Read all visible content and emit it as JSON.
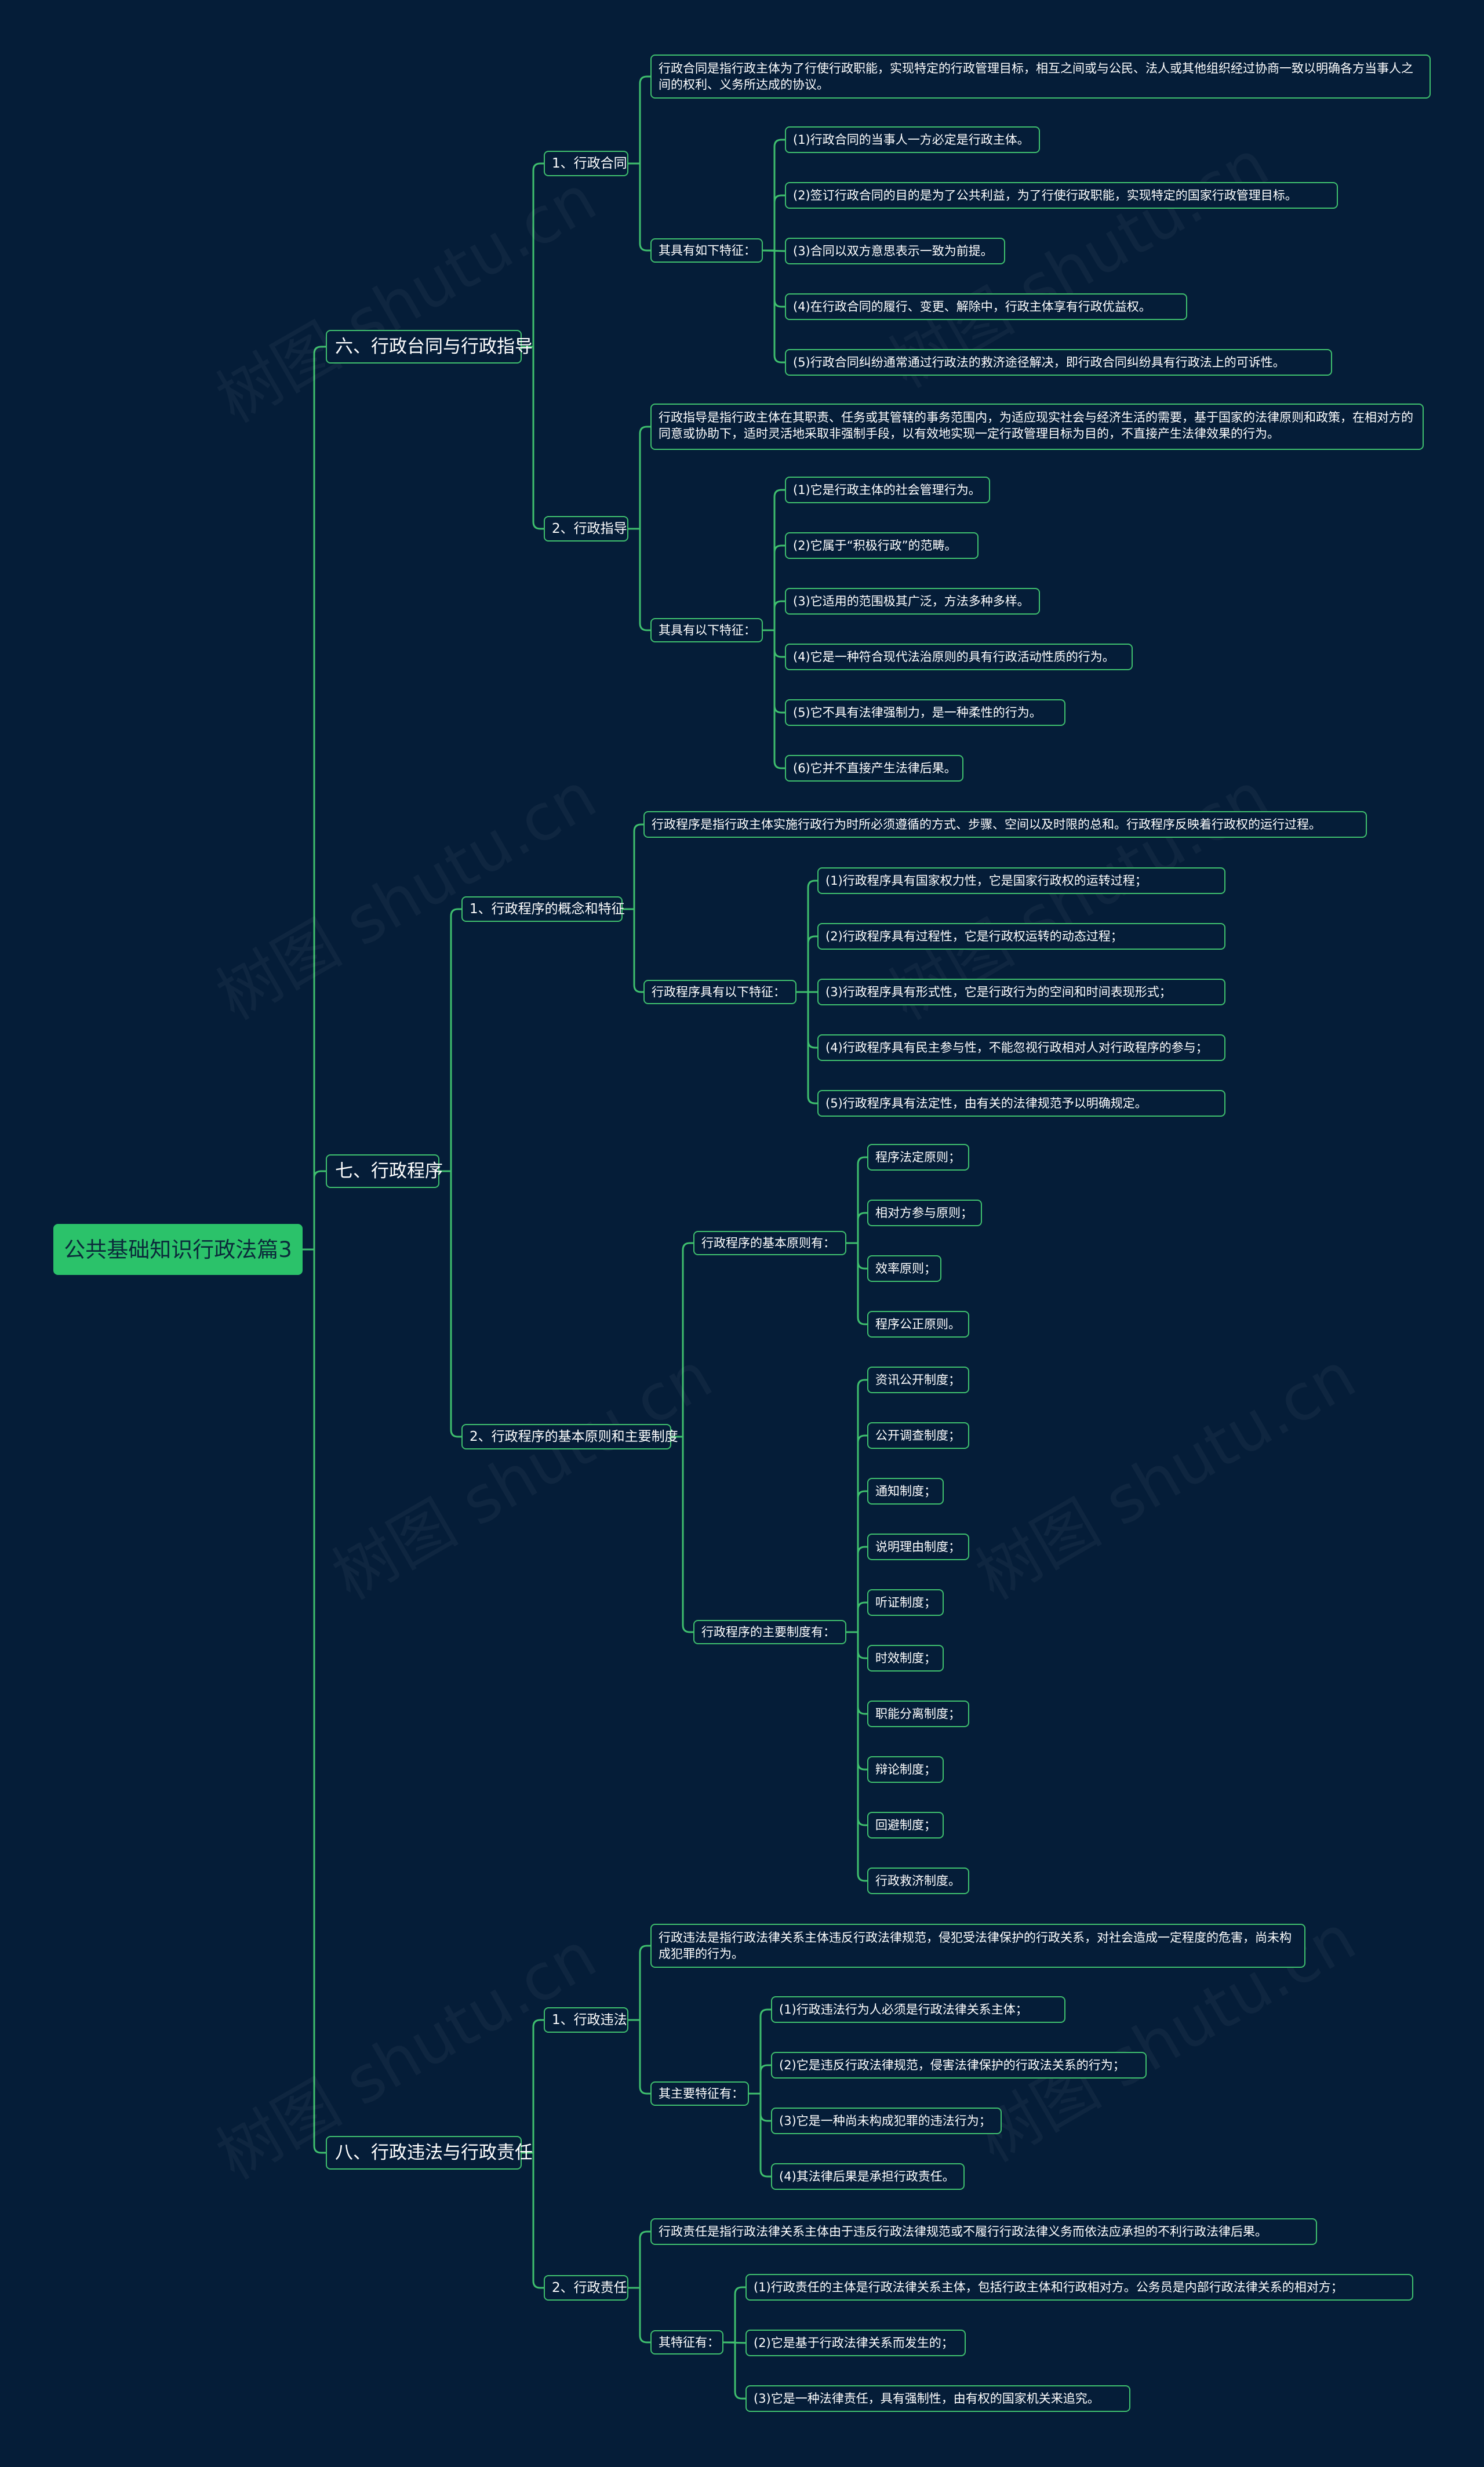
{
  "root": "公共基础知识行政法篇3",
  "watermark": "树图 shutu.cn",
  "s6": {
    "title": "六、行政台同与行政指导",
    "c1": {
      "title": "1、行政合同",
      "def": "行政合同是指行政主体为了行使行政职能，实现特定的行政管理目标，相互之间或与公民、法人或其他组织经过协商一致以明确各方当事人之间的权利、义务所达成的协议。",
      "feat": "其具有如下特征：",
      "items": [
        "(1)行政合同的当事人一方必定是行政主体。",
        "(2)签订行政合同的目的是为了公共利益，为了行使行政职能，实现特定的国家行政管理目标。",
        "(3)合同以双方意思表示一致为前提。",
        "(4)在行政合同的履行、变更、解除中，行政主体享有行政优益权。",
        "(5)行政合同纠纷通常通过行政法的救济途径解决，即行政合同纠纷具有行政法上的可诉性。"
      ]
    },
    "c2": {
      "title": "2、行政指导",
      "def": "行政指导是指行政主体在其职责、任务或其管辖的事务范围内，为适应现实社会与经济生活的需要，基于国家的法律原则和政策，在相对方的同意或协助下，适时灵活地采取非强制手段，以有效地实现一定行政管理目标为目的，不直接产生法律效果的行为。",
      "feat": "其具有以下特征：",
      "items": [
        "(1)它是行政主体的社会管理行为。",
        "(2)它属于“积极行政”的范畴。",
        "(3)它适用的范围极其广泛，方法多种多样。",
        "(4)它是一种符合现代法治原则的具有行政活动性质的行为。",
        "(5)它不具有法律强制力，是一种柔性的行为。",
        "(6)它并不直接产生法律后果。"
      ]
    }
  },
  "s7": {
    "title": "七、行政程序",
    "c1": {
      "title": "1、行政程序的概念和特征",
      "def": "行政程序是指行政主体实施行政行为时所必须遵循的方式、步骤、空间以及时限的总和。行政程序反映着行政权的运行过程。",
      "feat": "行政程序具有以下特征：",
      "items": [
        "(1)行政程序具有国家权力性，它是国家行政权的运转过程；",
        "(2)行政程序具有过程性，它是行政权运转的动态过程；",
        "(3)行政程序具有形式性，它是行政行为的空间和时间表现形式；",
        "(4)行政程序具有民主参与性，不能忽视行政相对人对行政程序的参与；",
        "(5)行政程序具有法定性，由有关的法律规范予以明确规定。"
      ]
    },
    "c2": {
      "title": "2、行政程序的基本原则和主要制度",
      "g1": {
        "label": "行政程序的基本原则有：",
        "items": [
          "程序法定原则；",
          "相对方参与原则；",
          "效率原则；",
          "程序公正原则。"
        ]
      },
      "g2": {
        "label": "行政程序的主要制度有：",
        "items": [
          "资讯公开制度；",
          "公开调查制度；",
          "通知制度；",
          "说明理由制度；",
          "听证制度；",
          "时效制度；",
          "职能分离制度；",
          "辩论制度；",
          "回避制度；",
          "行政救济制度。"
        ]
      }
    }
  },
  "s8": {
    "title": "八、行政违法与行政责任",
    "c1": {
      "title": "1、行政违法",
      "def": "行政违法是指行政法律关系主体违反行政法律规范，侵犯受法律保护的行政关系，对社会造成一定程度的危害，尚未构成犯罪的行为。",
      "feat": "其主要特征有：",
      "items": [
        "(1)行政违法行为人必须是行政法律关系主体；",
        "(2)它是违反行政法律规范，侵害法律保护的行政法关系的行为；",
        "(3)它是一种尚未构成犯罪的违法行为；",
        "(4)其法律后果是承担行政责任。"
      ]
    },
    "c2": {
      "title": "2、行政责任",
      "def": "行政责任是指行政法律关系主体由于违反行政法律规范或不履行行政法律义务而依法应承担的不利行政法律后果。",
      "feat": "其特征有：",
      "items": [
        "(1)行政责任的主体是行政法律关系主体，包括行政主体和行政相对方。公务员是内部行政法律关系的相对方；",
        "(2)它是基于行政法律关系而发生的；",
        "(3)它是一种法律责任，具有强制性，由有权的国家机关来追究。"
      ]
    }
  }
}
